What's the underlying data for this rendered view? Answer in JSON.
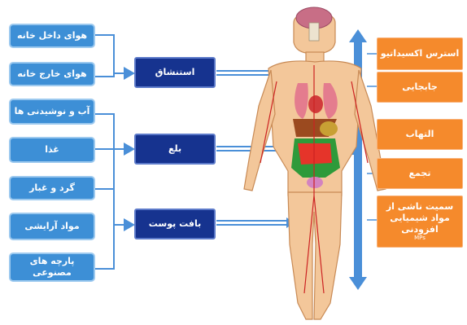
{
  "sources": [
    {
      "label": "هوای داخل خانه"
    },
    {
      "label": "هوای خارج خانه"
    },
    {
      "label": "آب و نوشیدنی ها"
    },
    {
      "label": "غذا"
    },
    {
      "label": "گرد و غبار"
    },
    {
      "label": "مواد آرایشی"
    },
    {
      "label": "پارچه های مصنوعی"
    }
  ],
  "routes": [
    {
      "label": "استنشاق"
    },
    {
      "label": "بلع"
    },
    {
      "label": "بافت پوست"
    }
  ],
  "effects": [
    {
      "label": "استرس اکسیداتیو"
    },
    {
      "label": "جابجایی"
    },
    {
      "label": "التهاب"
    },
    {
      "label": "تجمع"
    },
    {
      "label": "سمیت ناشی از مواد شیمیایی افزودنی",
      "sub": "MPs"
    }
  ],
  "colors": {
    "source_box": "#3d8fd6",
    "route_box": "#16338f",
    "effect_box": "#f58a2c",
    "connector": "#4a8fd8"
  }
}
